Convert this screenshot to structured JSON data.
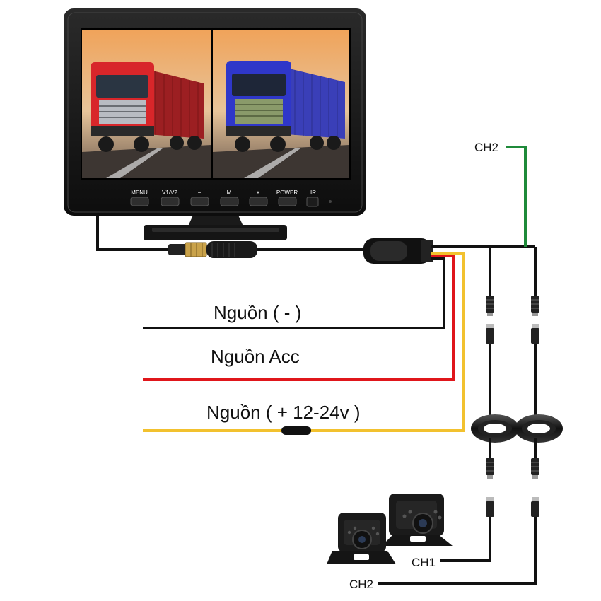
{
  "monitor": {
    "buttons": [
      "MENU",
      "V1/V2",
      "−",
      "M",
      "+",
      "POWER",
      "IR"
    ]
  },
  "wires": {
    "ground_label": "Nguồn ( - )",
    "acc_label": "Nguồn Acc",
    "power_label": "Nguồn ( + 12-24v )"
  },
  "channels": {
    "top_label": "CH2",
    "ch1_label": "CH1",
    "ch2_label": "CH2"
  },
  "colors": {
    "ground": "#111111",
    "acc": "#e0161b",
    "power": "#f2c12e",
    "ch2_signal": "#1f8a3a",
    "cable": "#111111"
  }
}
